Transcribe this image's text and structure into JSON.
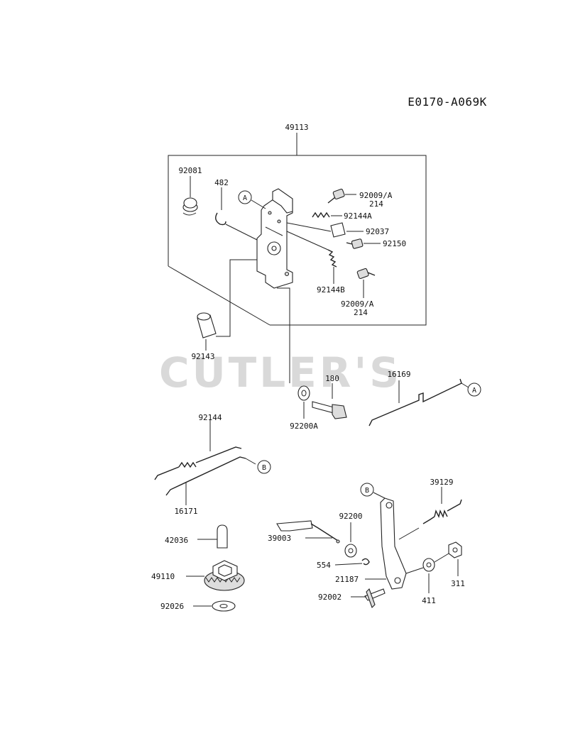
{
  "diagram_code": "E0170-A069K",
  "watermark": "CUTLER'S",
  "callouts": {
    "a": "A",
    "b": "B"
  },
  "labels": {
    "p49113": "49113",
    "p92081": "92081",
    "p482": "482",
    "p92009a_top": "92009/A",
    "p214_top": "214",
    "p92144a": "92144A",
    "p92037": "92037",
    "p92150": "92150",
    "p92144b": "92144B",
    "p92009a_bot": "92009/A",
    "p214_bot": "214",
    "p92143": "92143",
    "p180": "180",
    "p92200a": "92200A",
    "p16169": "16169",
    "p92144": "92144",
    "p16171": "16171",
    "p39129": "39129",
    "p92200": "92200",
    "p39003": "39003",
    "p42036": "42036",
    "p554": "554",
    "p21187": "21187",
    "p49110": "49110",
    "p92002": "92002",
    "p411": "411",
    "p311": "311",
    "p92026": "92026"
  }
}
